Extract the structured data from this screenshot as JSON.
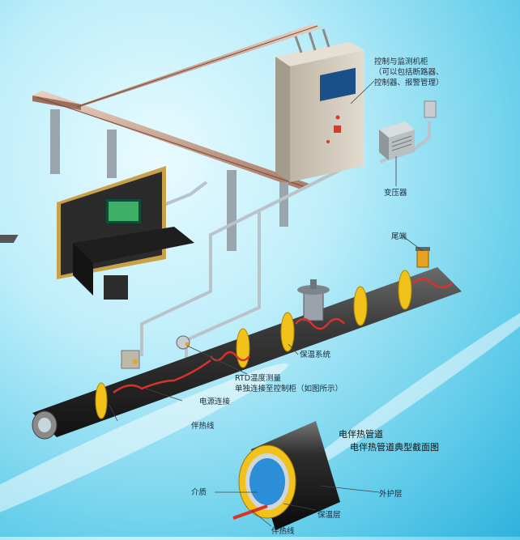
{
  "labels": {
    "control_cabinet_line1": "控制与监测机柜",
    "control_cabinet_line2": "（可以包括断路器、",
    "control_cabinet_line3": "控制器、报警管理）",
    "transformer": "变压器",
    "end_terminal": "尾端",
    "insulation_system": "保温系统",
    "rtd_line1": "RTD温度测量",
    "rtd_line2": "单独连接至控制柜（如图所示）",
    "power_connection": "电源连接",
    "heat_tracing_cable": "伴热线",
    "section_title": "电伴热管道",
    "section_subtitle": "电伴热管道典型截面图",
    "medium": "介质",
    "outer_jacket": "外护层",
    "insulation_layer": "保温层",
    "section_cable": "伴热线"
  },
  "colors": {
    "background_light": "#e9fbff",
    "background_dark": "#2fb2dd",
    "cabinet": "#cfc7b8",
    "insulation_band": "#f0c21a",
    "heat_cable": "#d8322a",
    "pipe_jacket": "#2a2a2a"
  }
}
